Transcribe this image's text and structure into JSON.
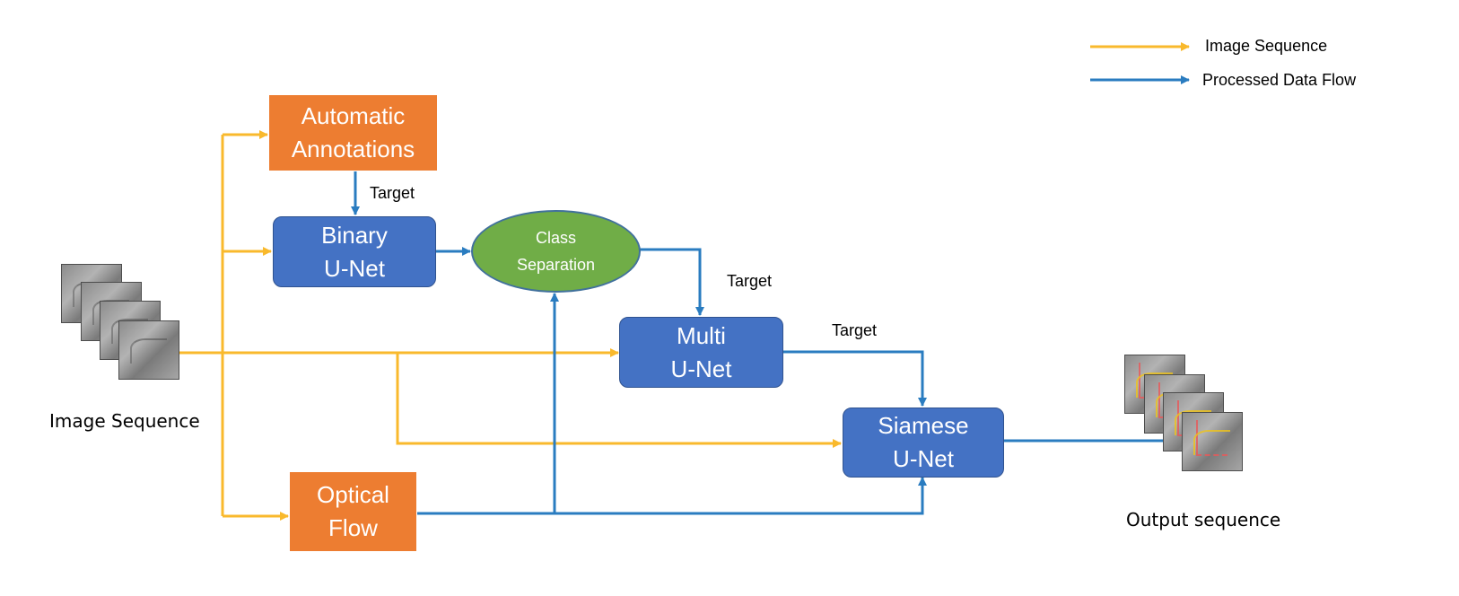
{
  "colors": {
    "image_sequence_arrow": "#f9b92c",
    "processed_arrow": "#2a7cc0",
    "orange_box": "#ed7d31",
    "blue_box": "#4472c4",
    "ellipse": "#70ad47"
  },
  "legend": {
    "items": [
      {
        "label": "Image Sequence",
        "color": "#f9b92c"
      },
      {
        "label": "Processed Data Flow",
        "color": "#2a7cc0"
      }
    ]
  },
  "nodes": {
    "automatic_annotations": {
      "lines": [
        "Automatic",
        "Annotations"
      ]
    },
    "binary_unet": {
      "lines": [
        "Binary",
        "U-Net"
      ]
    },
    "class_separation": {
      "lines": [
        "Class",
        "Separation"
      ]
    },
    "multi_unet": {
      "lines": [
        "Multi",
        "U-Net"
      ]
    },
    "siamese_unet": {
      "lines": [
        "Siamese",
        "U-Net"
      ]
    },
    "optical_flow": {
      "lines": [
        "Optical",
        "Flow"
      ]
    }
  },
  "edge_labels": {
    "annotations_target": "Target",
    "class_target": "Target",
    "multi_target": "Target"
  },
  "captions": {
    "input": "Image Sequence",
    "output": "Output sequence"
  }
}
